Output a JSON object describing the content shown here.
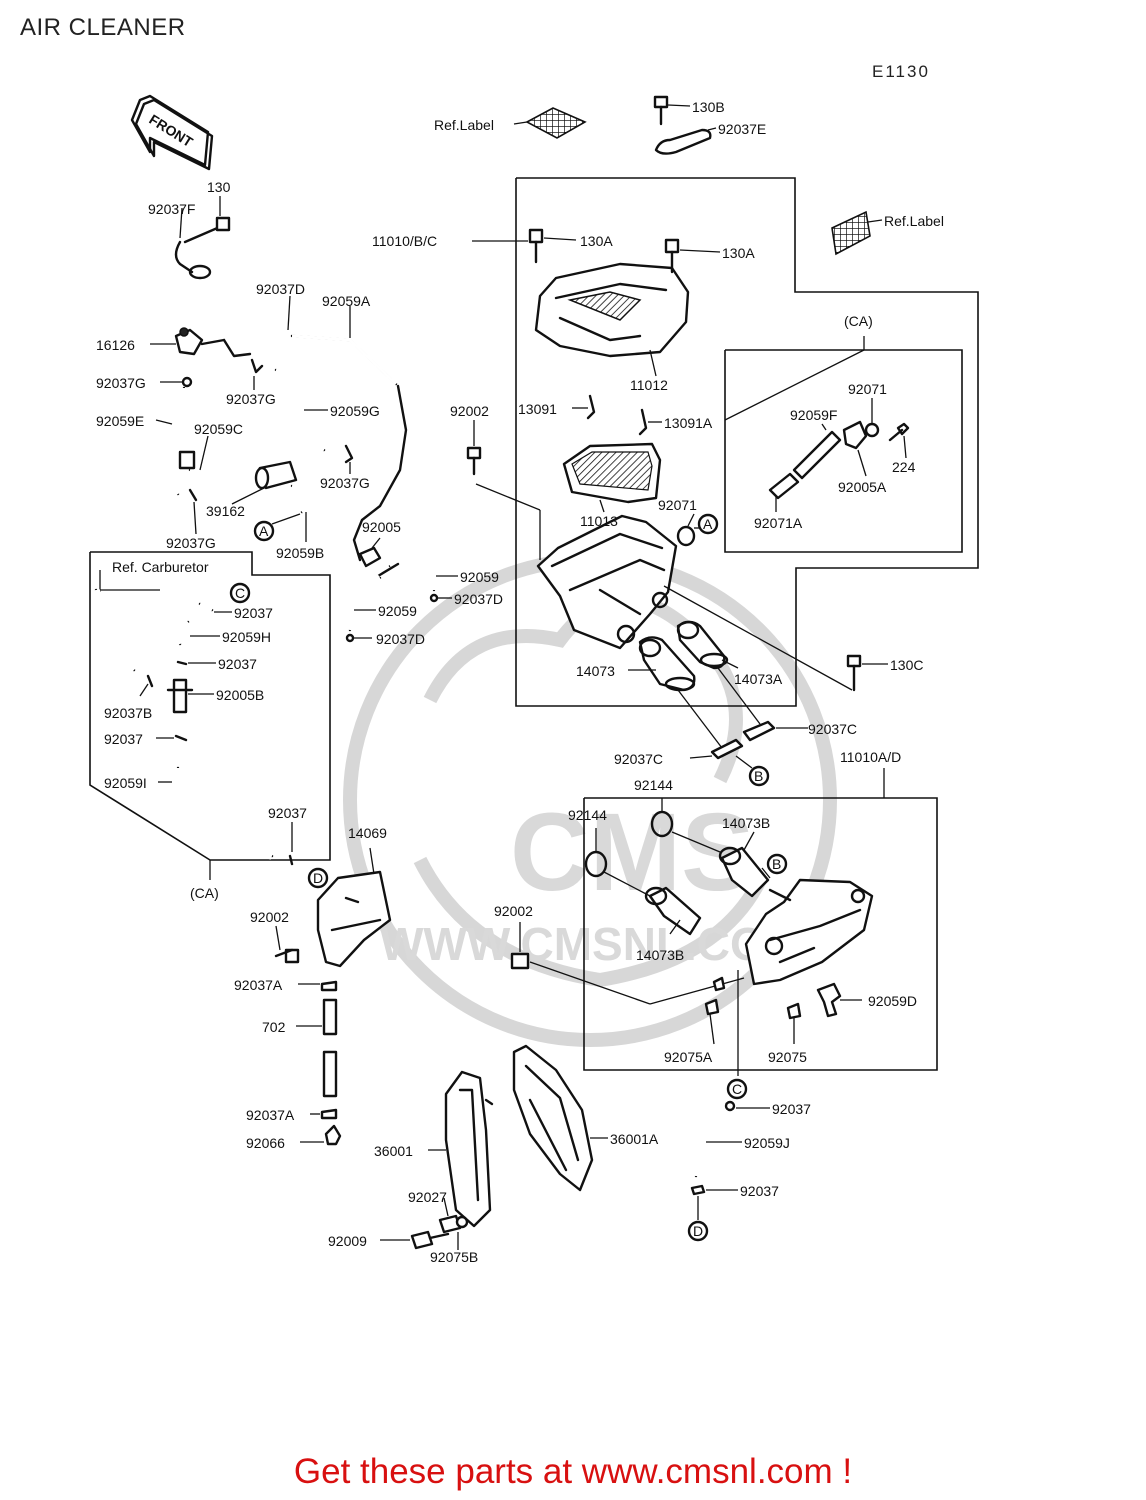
{
  "header": {
    "title": "AIR CLEANER",
    "diagram_code": "E1130"
  },
  "icons": {
    "front_arrow": "FRONT",
    "watermark_logo": "cms-logo",
    "watermark_url": "WWW.CMSNL.COM"
  },
  "footer": {
    "cta": "Get these parts at www.cmsnl.com !"
  },
  "colors": {
    "cta": "#d81010",
    "line": "#111111",
    "watermark": "#d7d7d7"
  },
  "callouts": {
    "ref_label_1": "Ref.Label",
    "ref_label_2": "Ref.Label",
    "ref_carburetor": "Ref. Carburetor",
    "p130B": "130B",
    "p92037E": "92037E",
    "p130": "130",
    "p92037F": "92037F",
    "p11010BC": "11010/B/C",
    "p130A_1": "130A",
    "p130A_2": "130A",
    "ca_top": "(CA)",
    "p92037D_1": "92037D",
    "p92059A": "92059A",
    "p16126": "16126",
    "p92037G_1": "92037G",
    "p92037G_2": "92037G",
    "p92059G": "92059G",
    "p92059E": "92059E",
    "p92059C": "92059C",
    "p92037G_3": "92037G",
    "p39162": "39162",
    "p92059B": "92059B",
    "p92037G_4": "92037G",
    "p11012": "11012",
    "p92002_1": "92002",
    "p13091": "13091",
    "p13091A": "13091A",
    "p92071_1": "92071",
    "p92059F": "92059F",
    "p224": "224",
    "p92005A": "92005A",
    "p92071A": "92071A",
    "p11013": "11013",
    "p92071_2": "92071",
    "p92005": "92005",
    "p92059_1": "92059",
    "p92037D_2": "92037D",
    "p92059_2": "92059",
    "p92037D_3": "92037D",
    "p92037_1": "92037",
    "p92059H": "92059H",
    "p92037_2": "92037",
    "p92005B": "92005B",
    "p92037B": "92037B",
    "p92037_3": "92037",
    "p92059I": "92059I",
    "p92037_4": "92037",
    "ca_bottom": "(CA)",
    "p14073": "14073",
    "p14073A": "14073A",
    "p130C": "130C",
    "p92037C_1": "92037C",
    "p92037C_2": "92037C",
    "p92144_1": "92144",
    "p92144_2": "92144",
    "p11010AD": "11010A/D",
    "p14073B_1": "14073B",
    "p14073B_2": "14073B",
    "p14069": "14069",
    "p92002_2": "92002",
    "p92002_3": "92002",
    "p92037A_1": "92037A",
    "p702": "702",
    "p92037A_2": "92037A",
    "p92066": "92066",
    "p92059D": "92059D",
    "p92075A": "92075A",
    "p92075": "92075",
    "p36001": "36001",
    "p36001A": "36001A",
    "p92027": "92027",
    "p92009": "92009",
    "p92075B": "92075B",
    "p92037_5": "92037",
    "p92059J": "92059J",
    "p92037_6": "92037"
  },
  "markers": {
    "A1": "A",
    "A2": "A",
    "B1": "B",
    "B2": "B",
    "C1": "C",
    "C2": "C",
    "D1": "D",
    "D2": "D"
  }
}
